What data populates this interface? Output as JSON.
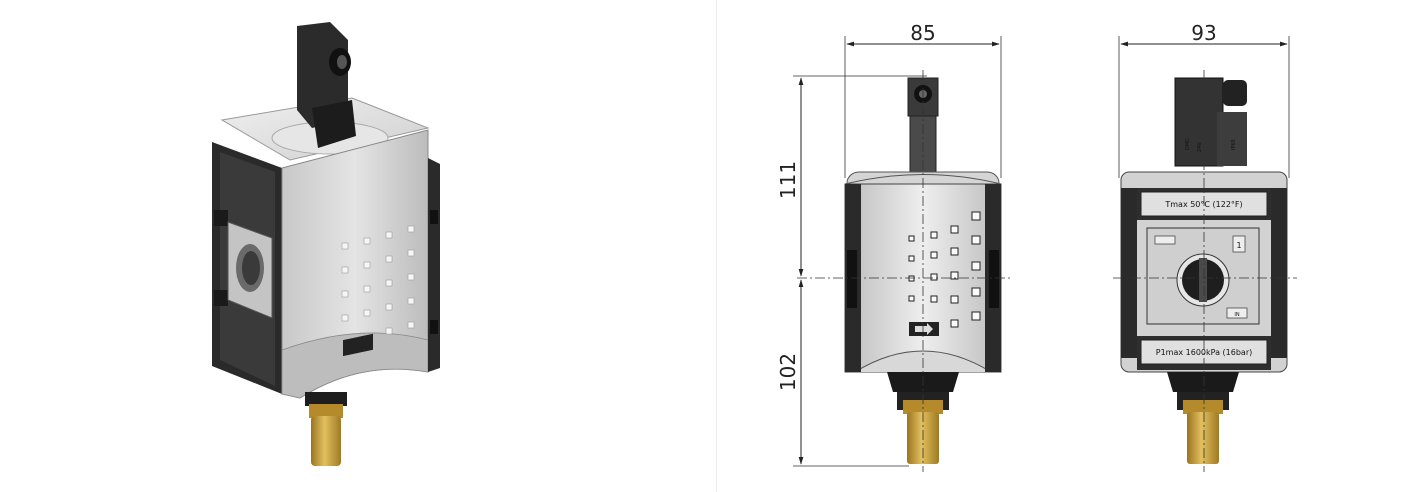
{
  "dimensions": {
    "width_front": "85",
    "width_back": "93",
    "height_upper": "111",
    "height_lower": "102"
  },
  "labels": {
    "tmax": "Tmax 50°C (122°F)",
    "p1max": "P1max 1600kPa (16bar)",
    "port_number": "1",
    "in_mark": "IN"
  },
  "colors": {
    "body": "#d6d6d6",
    "side_black": "#1e1e1e",
    "brass": "#c8a035",
    "line": "#222222"
  }
}
